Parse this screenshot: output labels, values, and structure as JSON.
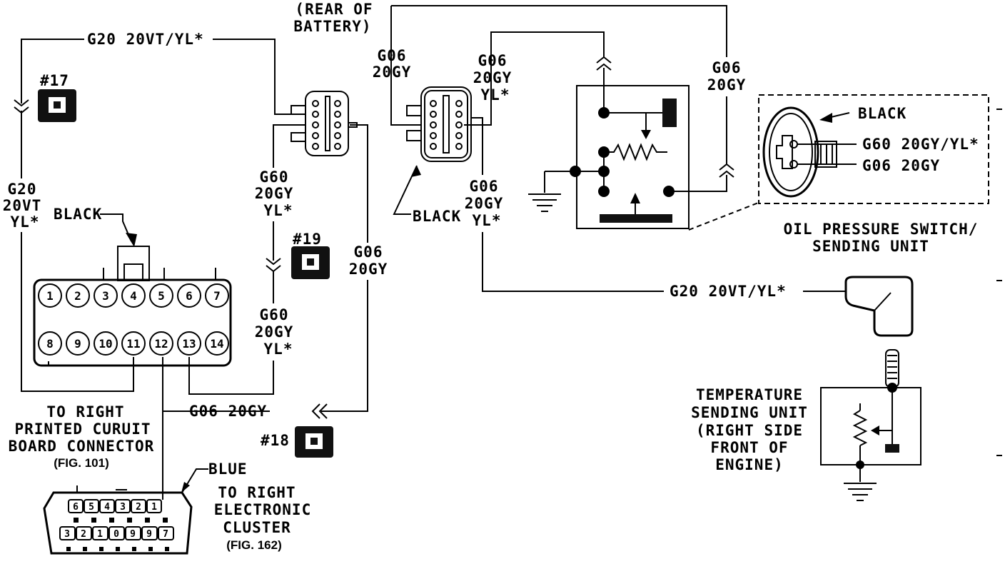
{
  "labels": {
    "top_wire": "G20 20VT/YL*",
    "left_wire_1": "G20",
    "left_wire_2": "20VT",
    "left_wire_3": "YL*",
    "conn17": "#17",
    "conn19": "#19",
    "conn18": "#18",
    "black_left": "BLACK",
    "black_mid": "BLACK",
    "black_right": "BLACK",
    "blue": "BLUE",
    "rear_battery_1": "(REAR OF",
    "rear_battery_2": "BATTERY)",
    "g60_a_1": "G60",
    "g60_a_2": "20GY",
    "g60_a_3": "YL*",
    "g60_b_1": "G60",
    "g60_b_2": "20GY",
    "g60_b_3": "YL*",
    "g06_mid_1": "G06",
    "g06_mid_2": "20GY",
    "g06_l_1": "G06",
    "g06_l_2": "20GY",
    "g06_r_1": "G06",
    "g06_r_2": "20GY",
    "g06_r_3": "YL*",
    "g06_low_1": "G06",
    "g06_low_2": "20GY",
    "g06_low_3": "YL*",
    "g06_far_1": "G06",
    "g06_far_2": "20GY",
    "bottom_g06": "G06 20GY",
    "right_g20": "G20 20VT/YL*",
    "switch_wire_1": "G60 20GY/YL*",
    "switch_wire_2": "G06 20GY",
    "oil_1": "OIL PRESSURE SWITCH/",
    "oil_2": "SENDING UNIT",
    "temp_1": "TEMPERATURE",
    "temp_2": "SENDING UNIT",
    "temp_3": "(RIGHT SIDE",
    "temp_4": "FRONT OF",
    "temp_5": "ENGINE)",
    "pcb_1": "TO RIGHT",
    "pcb_2": "PRINTED CURUIT",
    "pcb_3": "BOARD CONNECTOR",
    "pcb_4": "(FIG. 101)",
    "ec_1": "TO RIGHT",
    "ec_2": "ELECTRONIC",
    "ec_3": "CLUSTER",
    "ec_4": "(FIG. 162)"
  },
  "connector14_pins_top": [
    "1",
    "2",
    "3",
    "4",
    "5",
    "6",
    "7"
  ],
  "connector14_pins_bottom": [
    "8",
    "9",
    "10",
    "11",
    "12",
    "13",
    "14"
  ],
  "blue_pins_top": [
    "6",
    "5",
    "4",
    "3",
    "2",
    "1"
  ],
  "blue_pins_bottom": [
    "3",
    "2",
    "1",
    "0",
    "9",
    "9",
    "7"
  ]
}
